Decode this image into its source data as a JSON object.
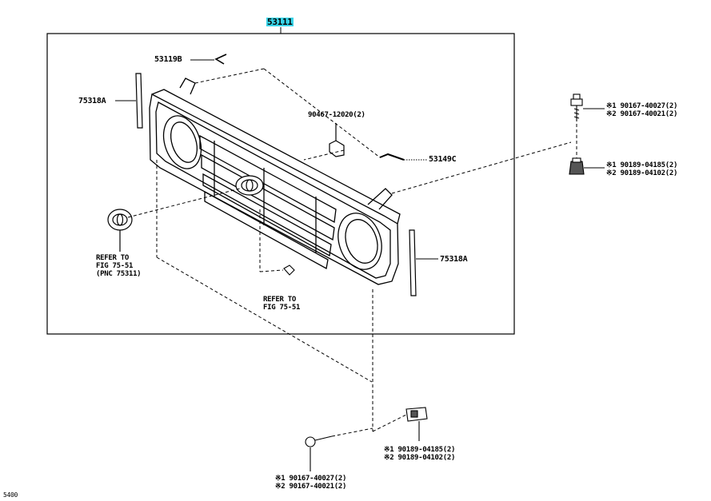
{
  "main_part": "53111",
  "parts": {
    "p53119b": "53119B",
    "p75318a_left": "75318A",
    "p90467": "90467-12020(2)",
    "p53149c": "53149C",
    "p75318a_right": "75318A"
  },
  "refer_left": [
    "REFER TO",
    "FIG 75-51",
    "(PNC 75311)"
  ],
  "refer_center": [
    "REFER TO",
    "FIG 75-51"
  ],
  "right_screw": [
    "※1 90167-40027(2)",
    "※2 90167-40021(2)"
  ],
  "right_nut": [
    "※1 90189-04185(2)",
    "※2 90189-04102(2)"
  ],
  "bottom_nut": [
    "※1 90189-04185(2)",
    "※2 90189-04102(2)"
  ],
  "bottom_screw": [
    "※1 90167-40027(2)",
    "※2 90167-40021(2)"
  ],
  "corner_code": "5400"
}
